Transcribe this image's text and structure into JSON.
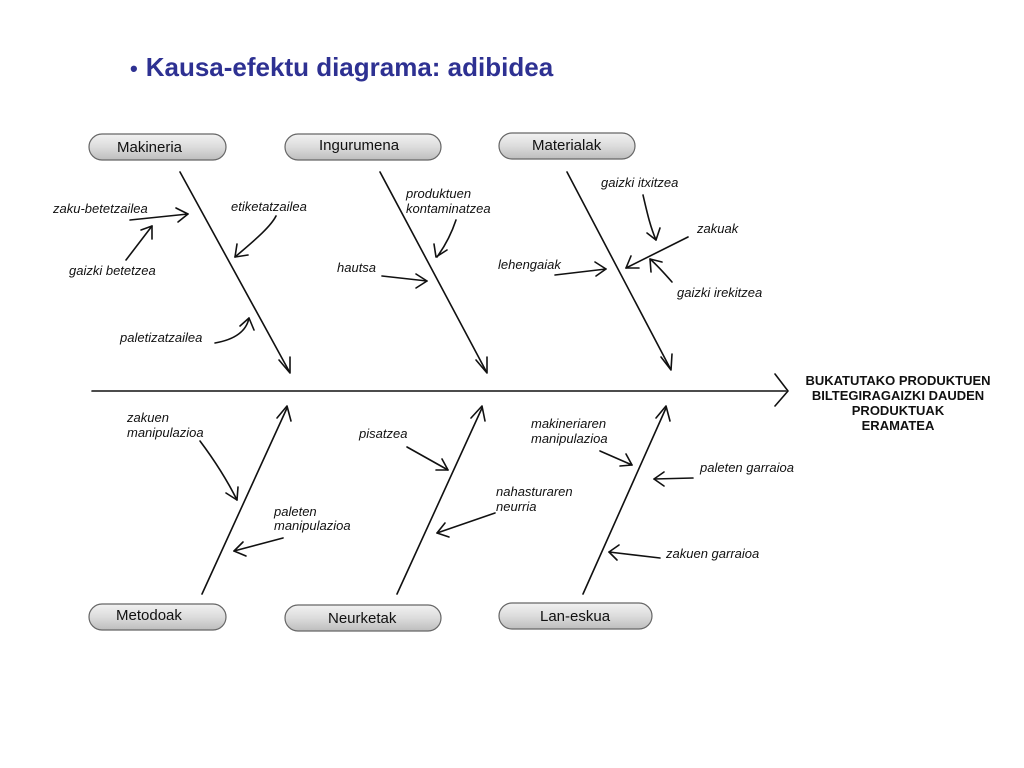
{
  "title": "Kausa-efektu diagrama: adibidea",
  "categories": {
    "makineria": "Makineria",
    "ingurumena": "Ingurumena",
    "materialak": "Materialak",
    "metodoak": "Metodoak",
    "neurketak": "Neurketak",
    "laneskua": "Lan-eskua"
  },
  "causes": {
    "zaku_betetzailea": "zaku-betetzailea",
    "gaizki_betetzea": "gaizki betetzea",
    "etiketatzailea": "etiketatzailea",
    "paletizatzailea": "paletizatzailea",
    "produktuen_l1": "produktuen",
    "produktuen_l2": "kontaminatzea",
    "hautsa": "hautsa",
    "gaizki_itxitzea": "gaizki itxitzea",
    "zakuak": "zakuak",
    "lehengaiak": "lehengaiak",
    "gaizki_irekitzea": "gaizki irekitzea",
    "zakuen_manip_l1": "zakuen",
    "zakuen_manip_l2": "manipulazioa",
    "paleten_manip_l1": "paleten",
    "paleten_manip_l2": "manipulazioa",
    "pisatzea": "pisatzea",
    "nahasturaren_l1": "nahasturaren",
    "nahasturaren_l2": "neurria",
    "makineriaren_l1": "makineriaren",
    "makineriaren_l2": "manipulazioa",
    "paleten_garraioa": "paleten garraioa",
    "zakuen_garraioa": "zakuen garraioa"
  },
  "effect": {
    "line1": "BUKATUTAKO PRODUKTUEN",
    "line2": "BILTEGIRAGAIZKI DAUDEN",
    "line3": "PRODUKTUAK",
    "line4": "ERAMATEA"
  }
}
